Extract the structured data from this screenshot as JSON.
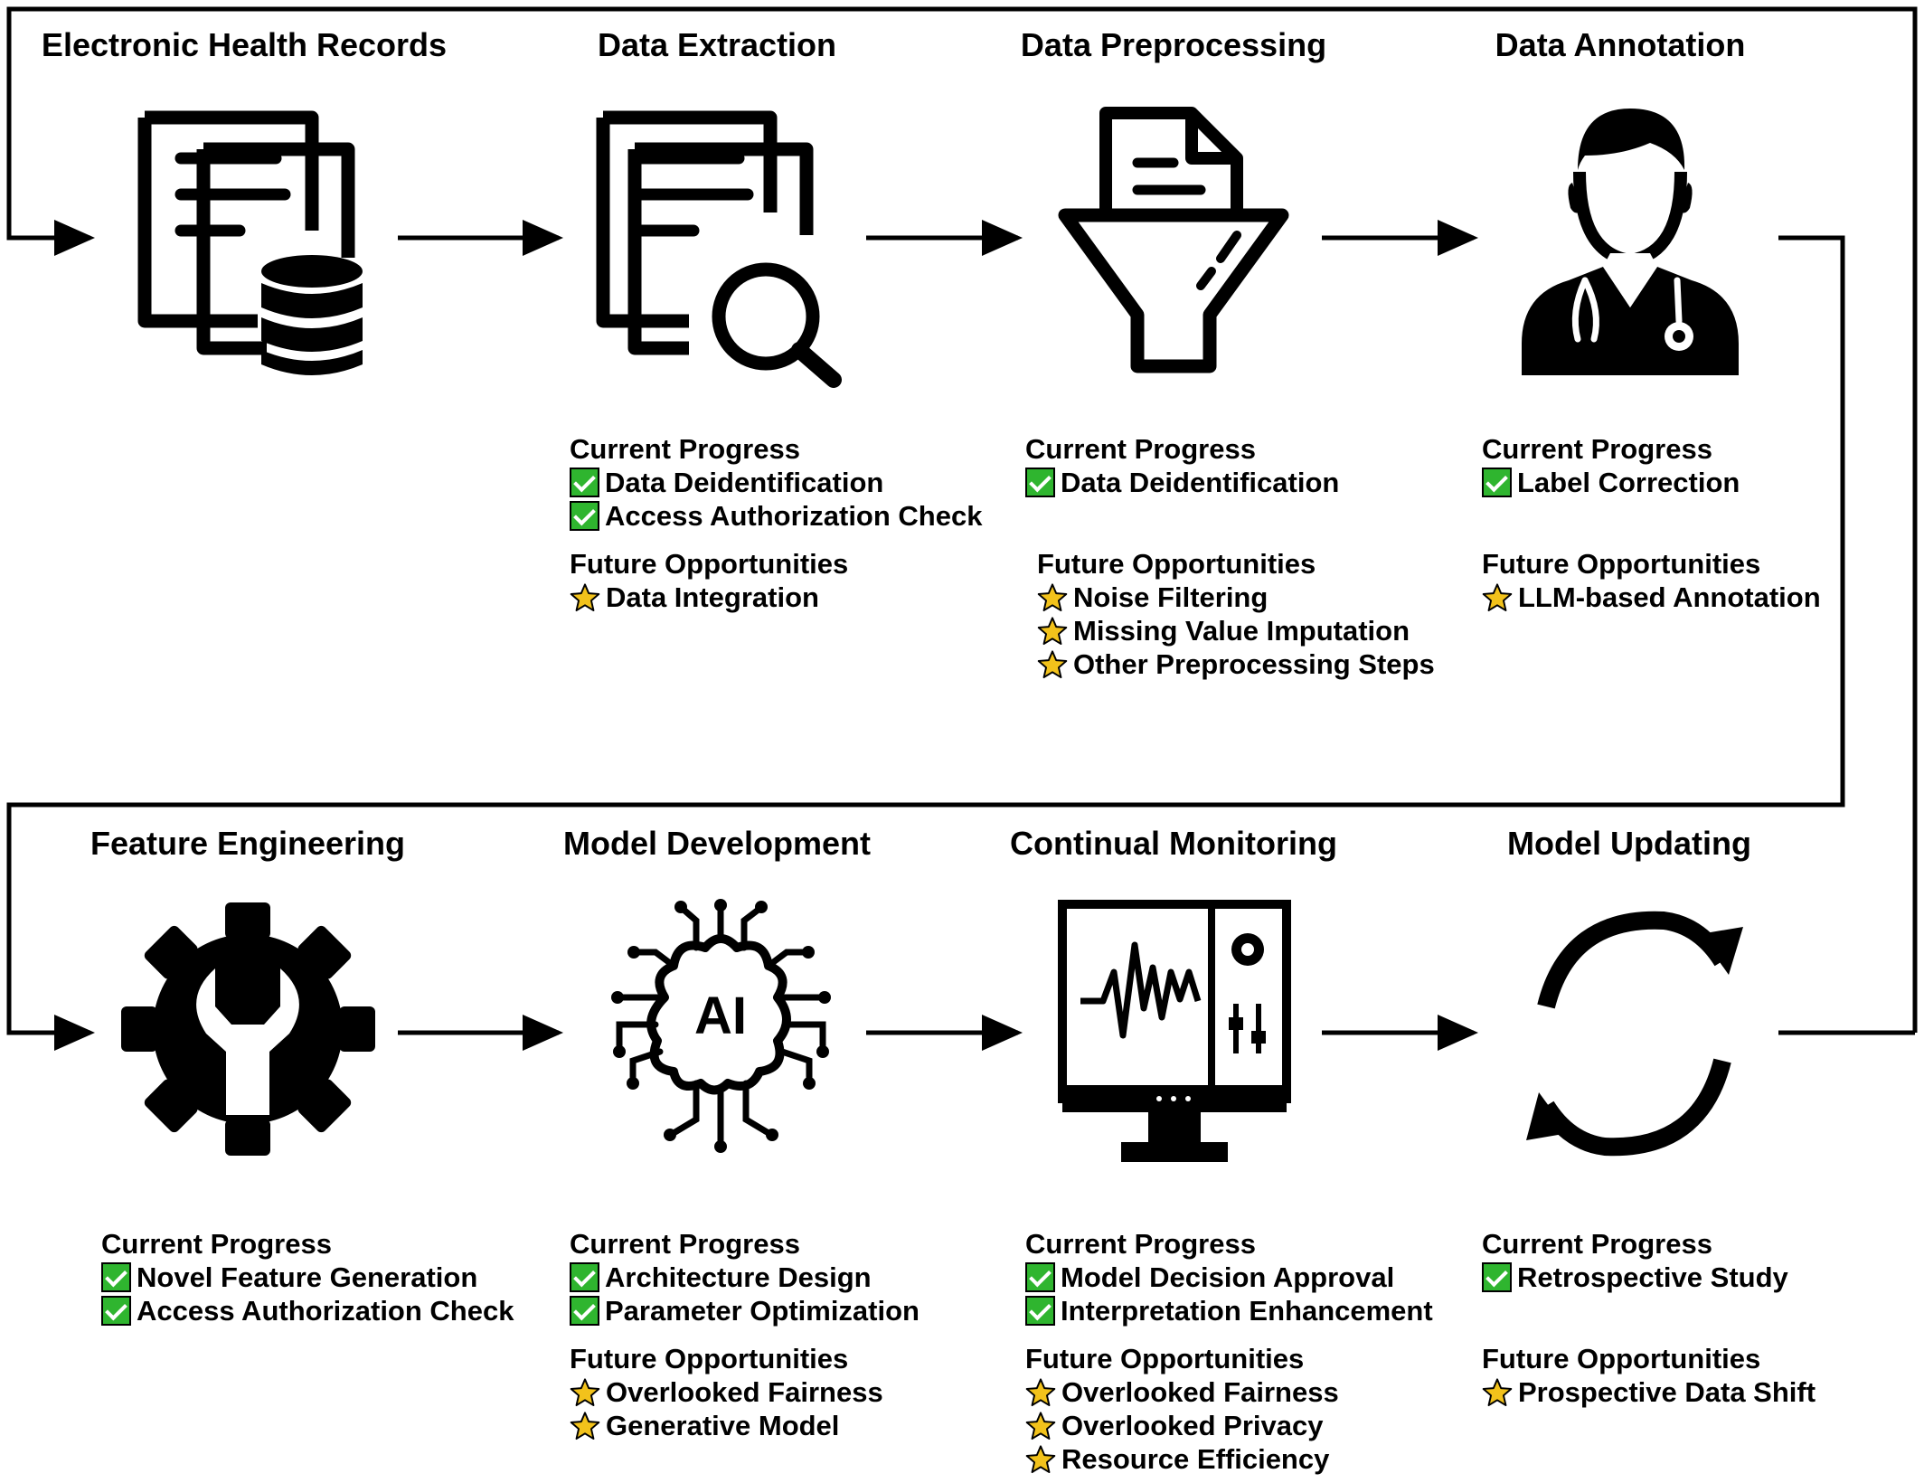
{
  "stages": [
    {
      "title": "Electronic Health Records",
      "icon": "ehr-database-icon"
    },
    {
      "title": "Data Extraction",
      "icon": "document-search-icon",
      "current_label": "Current Progress",
      "current": [
        "Data Deidentification",
        "Access Authorization Check"
      ],
      "future_label": "Future Opportunities",
      "future": [
        "Data Integration"
      ]
    },
    {
      "title": "Data Preprocessing",
      "icon": "document-funnel-icon",
      "current_label": "Current Progress",
      "current": [
        "Data Deidentification"
      ],
      "future_label": "Future Opportunities",
      "future": [
        "Noise Filtering",
        "Missing Value Imputation",
        "Other Preprocessing Steps"
      ]
    },
    {
      "title": "Data Annotation",
      "icon": "doctor-icon",
      "current_label": "Current Progress",
      "current": [
        "Label Correction"
      ],
      "future_label": "Future Opportunities",
      "future": [
        "LLM-based Annotation"
      ]
    },
    {
      "title": "Feature Engineering",
      "icon": "gear-wrench-icon",
      "current_label": "Current Progress",
      "current": [
        "Novel Feature Generation",
        "Access Authorization Check"
      ]
    },
    {
      "title": "Model Development",
      "icon": "ai-brain-icon",
      "current_label": "Current Progress",
      "current": [
        "Architecture Design",
        "Parameter Optimization"
      ],
      "future_label": "Future Opportunities",
      "future": [
        "Overlooked Fairness",
        "Generative Model"
      ]
    },
    {
      "title": "Continual Monitoring",
      "icon": "monitor-icon",
      "current_label": "Current Progress",
      "current": [
        "Model Decision Approval",
        "Interpretation Enhancement"
      ],
      "future_label": "Future Opportunities",
      "future": [
        "Overlooked Fairness",
        "Overlooked Privacy",
        "Resource Efficiency"
      ]
    },
    {
      "title": "Model Updating",
      "icon": "refresh-cycle-icon",
      "current_label": "Current Progress",
      "current": [
        "Retrospective Study"
      ],
      "future_label": "Future Opportunities",
      "future": [
        "Prospective Data Shift"
      ]
    }
  ],
  "colors": {
    "check": "#2fb52f",
    "star": "#f2c21b",
    "line": "#000000"
  }
}
